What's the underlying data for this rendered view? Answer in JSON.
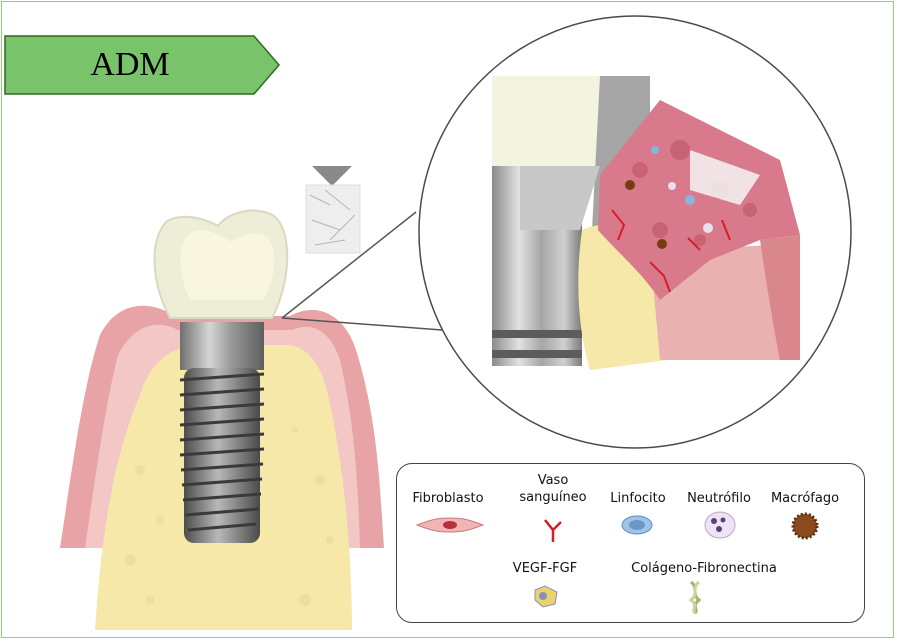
{
  "banner": {
    "label": "ADM",
    "fill": "#79c36a",
    "stroke": "#2f6b21"
  },
  "legend": {
    "items": [
      {
        "label": "Fibroblasto",
        "icon": "fibroblast-icon"
      },
      {
        "label": "Vaso",
        "label2": "sanguíneo",
        "icon": "blood-vessel-icon"
      },
      {
        "label": "Linfocito",
        "icon": "lymphocyte-icon"
      },
      {
        "label": "Neutrófilo",
        "icon": "neutrophil-icon"
      },
      {
        "label": "Macrófago",
        "icon": "macrophage-icon"
      },
      {
        "label": "VEGF-FGF",
        "icon": "growth-factor-icon"
      },
      {
        "label": "Colágeno-Fibronectina",
        "icon": "collagen-icon"
      }
    ]
  },
  "colors": {
    "gum": "#e59a9d",
    "gum_light": "#f2c6c4",
    "bone": "#f5e8a8",
    "crown": "#f3f2dc",
    "implant": "#8c8c8c",
    "matrix_tissue": "#d86a7c",
    "vessel": "#d41f2a",
    "frame": "#8fd17a"
  }
}
